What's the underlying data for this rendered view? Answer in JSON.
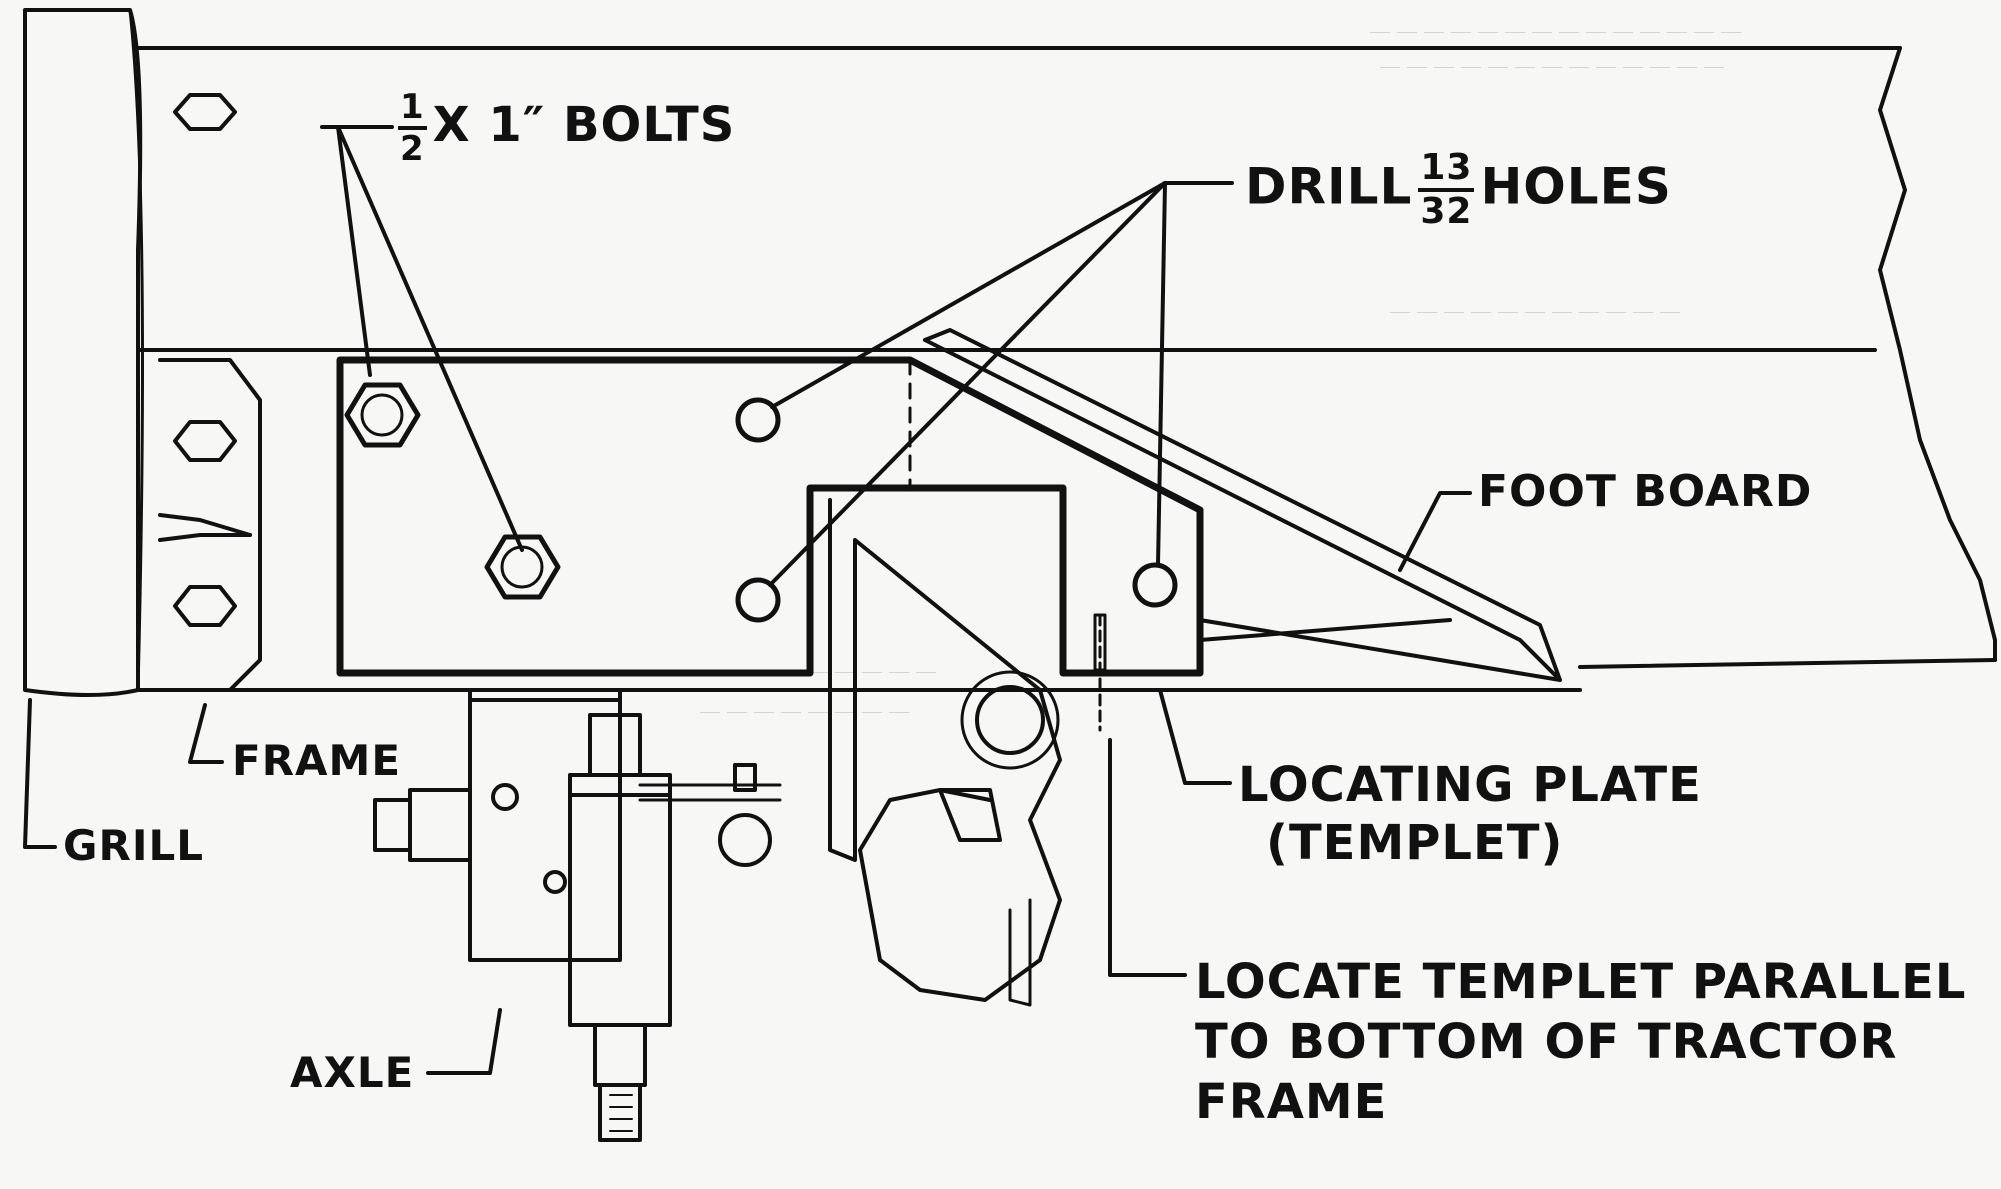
{
  "labels": {
    "bolts": {
      "num": "1",
      "den": "2",
      "text": "X 1″ BOLTS"
    },
    "drill": {
      "prefix": "DRILL",
      "num": "13",
      "den": "32",
      "suffix": "HOLES"
    },
    "foot_board": "FOOT BOARD",
    "frame": "FRAME",
    "grill": "GRILL",
    "axle": "AXLE",
    "locating_plate_line1": "LOCATING PLATE",
    "locating_plate_line2": "(TEMPLET)",
    "locate_line1": "LOCATE TEMPLET PARALLEL",
    "locate_line2": "TO BOTTOM OF TRACTOR",
    "locate_line3": "FRAME"
  },
  "colors": {
    "ink": "#111111",
    "paper": "#f7f7f5"
  }
}
